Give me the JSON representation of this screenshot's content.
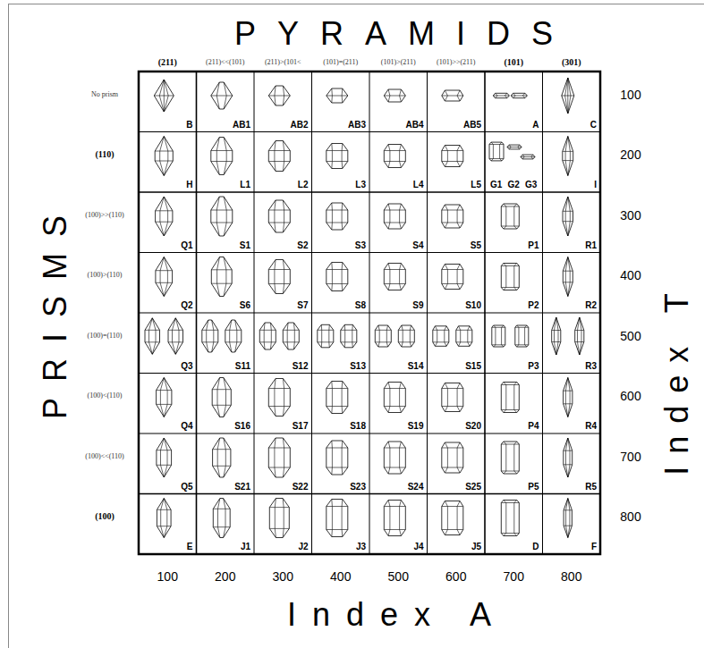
{
  "diagram": {
    "title": "PYRAMIDS",
    "nodes": [
      {
        "text": [
          "B"
        ]
      },
      {
        "text": [
          "AB1"
        ]
      },
      {
        "text": [
          "AB2"
        ]
      },
      {
        "text": [
          "AB3"
        ]
      },
      {
        "text": [
          "AB4"
        ]
      },
      {
        "text": [
          "AB5"
        ]
      },
      {
        "text": [
          "A"
        ]
      },
      {
        "text": [
          "C"
        ]
      },
      {
        "text": [
          "H"
        ]
      },
      {
        "text": [
          "L1"
        ]
      },
      {
        "text": [
          "L2"
        ]
      },
      {
        "text": [
          "L3"
        ]
      },
      {
        "text": [
          "L4"
        ]
      },
      {
        "text": [
          "L5"
        ]
      },
      {
        "text": [
          "G1",
          "G2",
          "G3"
        ]
      },
      {
        "text": [
          "I"
        ]
      },
      {
        "text": [
          "Q1"
        ]
      },
      {
        "text": [
          "S1"
        ]
      },
      {
        "text": [
          "S2"
        ]
      },
      {
        "text": [
          "S3"
        ]
      },
      {
        "text": [
          "S4"
        ]
      },
      {
        "text": [
          "S5"
        ]
      },
      {
        "text": [
          "P1"
        ]
      },
      {
        "text": [
          "R1"
        ]
      },
      {
        "text": [
          "Q2"
        ]
      },
      {
        "text": [
          "S6"
        ]
      },
      {
        "text": [
          "S7"
        ]
      },
      {
        "text": [
          "S8"
        ]
      },
      {
        "text": [
          "S9"
        ]
      },
      {
        "text": [
          "S10"
        ]
      },
      {
        "text": [
          "P2"
        ]
      },
      {
        "text": [
          "R2"
        ]
      },
      {
        "text": [
          "Q3"
        ]
      },
      {
        "text": [
          "S11"
        ]
      },
      {
        "text": [
          "S12"
        ]
      },
      {
        "text": [
          "S13"
        ]
      },
      {
        "text": [
          "S14"
        ]
      },
      {
        "text": [
          "S15"
        ]
      },
      {
        "text": [
          "P3"
        ]
      },
      {
        "text": [
          "R3"
        ]
      },
      {
        "text": [
          "Q4"
        ]
      },
      {
        "text": [
          "S16"
        ]
      },
      {
        "text": [
          "S17"
        ]
      },
      {
        "text": [
          "S18"
        ]
      },
      {
        "text": [
          "S19"
        ]
      },
      {
        "text": [
          "S20"
        ]
      },
      {
        "text": [
          "P4"
        ]
      },
      {
        "text": [
          "R4"
        ]
      },
      {
        "text": [
          "Q5"
        ]
      },
      {
        "text": [
          "S21"
        ]
      },
      {
        "text": [
          "S22"
        ]
      },
      {
        "text": [
          "S23"
        ]
      },
      {
        "text": [
          "S24"
        ]
      },
      {
        "text": [
          "S25"
        ]
      },
      {
        "text": [
          "P5"
        ]
      },
      {
        "text": [
          "R5"
        ]
      },
      {
        "text": [
          "E"
        ]
      },
      {
        "text": [
          "J1"
        ]
      },
      {
        "text": [
          "J2"
        ]
      },
      {
        "text": [
          "J3"
        ]
      },
      {
        "text": [
          "J4"
        ]
      },
      {
        "text": [
          "J5"
        ]
      },
      {
        "text": [
          "D"
        ]
      },
      {
        "text": [
          "F"
        ]
      }
    ],
    "labels": [
      "(211)",
      "(211)<<(101)",
      "(211)>(101<",
      "(101)=(211)",
      "(101)>(211)",
      "(101)>>(211)",
      "(101)",
      "(301)",
      "No prism",
      "(110)",
      "(100)>>(110)",
      "(100)>(110)",
      "(100)=(110)",
      "(100)<(110)",
      "(100)<<(110)",
      "(100)",
      "PRISMS",
      "100",
      "200",
      "300",
      "400",
      "500",
      "600",
      "700",
      "800",
      "Index T",
      "100",
      "200",
      "300",
      "400",
      "500",
      "600",
      "700",
      "800",
      "Index A"
    ]
  }
}
